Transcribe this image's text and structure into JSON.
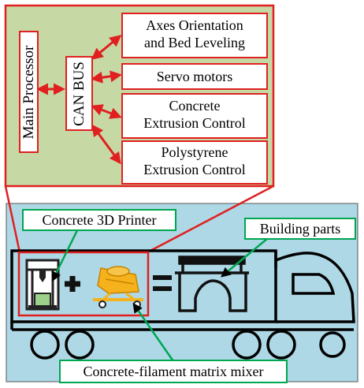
{
  "processor": {
    "main_processor": "Main Processor",
    "can_bus": "CAN BUS",
    "modules": [
      {
        "line1": "Axes Orientation",
        "line2": "and Bed Leveling"
      },
      {
        "line1": "Servo motors",
        "line2": ""
      },
      {
        "line1": "Concrete",
        "line2": "Extrusion Control"
      },
      {
        "line1": "Polystyrene",
        "line2": "Extrusion Control"
      }
    ]
  },
  "truck_labels": {
    "printer": "Concrete 3D Printer",
    "building_parts": "Building parts",
    "mixer": "Concrete-filament matrix mixer"
  },
  "colors": {
    "panel_fill": "#c6d9a5",
    "scene_fill": "#aed8e6",
    "connector_red": "#e02020",
    "callout_green": "#00a651",
    "mixer_yellow": "#f5b21c"
  }
}
